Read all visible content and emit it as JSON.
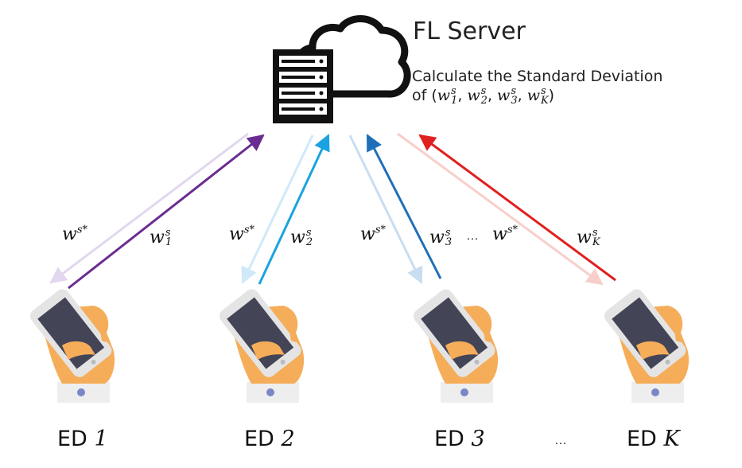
{
  "server": {
    "title": "FL Server",
    "desc_line1": "Calculate the Standard Deviation",
    "desc_prefix": "of (",
    "desc_suffix": ")",
    "desc_vars": [
      {
        "base": "w",
        "sup": "s",
        "sub": "1"
      },
      {
        "base": "w",
        "sup": "s",
        "sub": "2"
      },
      {
        "base": "w",
        "sup": "s",
        "sub": "3"
      },
      {
        "base": "w",
        "sup": "s",
        "sub": "K"
      }
    ]
  },
  "links": [
    {
      "down_label": "w",
      "down_sup": "s*",
      "up_base": "w",
      "up_sup": "s",
      "up_sub": "1",
      "down_color": "#e3d7ef",
      "up_color": "#6a2c91"
    },
    {
      "down_label": "w",
      "down_sup": "s*",
      "up_base": "w",
      "up_sup": "s",
      "up_sub": "2",
      "down_color": "#cfe9f8",
      "up_color": "#1aa3e0"
    },
    {
      "down_label": "w",
      "down_sup": "s*",
      "up_base": "w",
      "up_sup": "s",
      "up_sub": "3",
      "down_color": "#c8ddf0",
      "up_color": "#1f6fb8"
    },
    {
      "down_label": "w",
      "down_sup": "s*",
      "up_base": "w",
      "up_sup": "s",
      "up_sub": "K",
      "down_color": "#f7cfca",
      "up_color": "#e0201e"
    }
  ],
  "middle_dots": "…",
  "devices": [
    {
      "prefix": "ED ",
      "index": "1"
    },
    {
      "prefix": "ED ",
      "index": "2"
    },
    {
      "prefix": "ED ",
      "index": "3"
    },
    {
      "prefix": "ED ",
      "index": "K"
    }
  ],
  "bottom_dots": "…",
  "colors": {
    "server_black": "#111111",
    "phone_screen": "#434456",
    "phone_body": "#e4e4e4",
    "hand": "#f5ad5a",
    "sleeve": "#eeeeee",
    "button": "#7b86c6"
  }
}
